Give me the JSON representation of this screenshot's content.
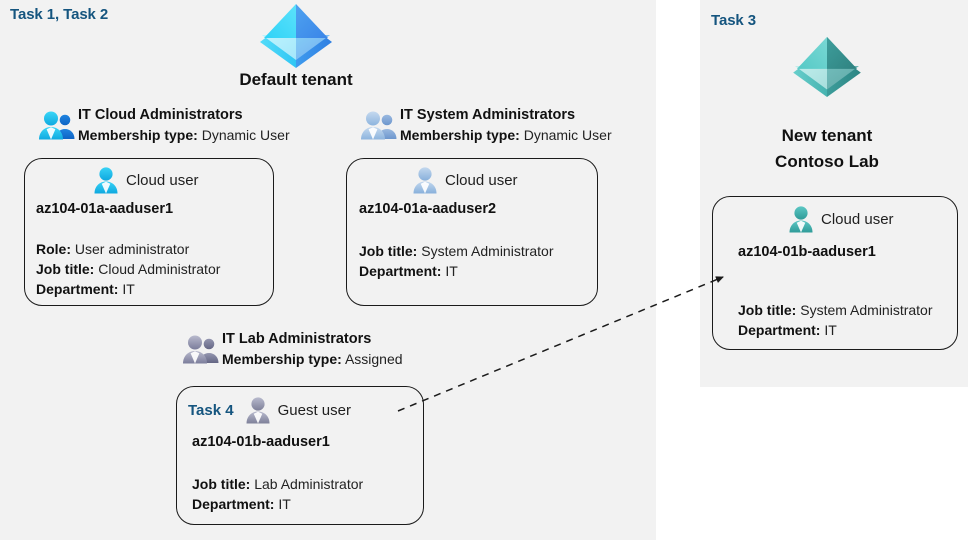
{
  "panels": {
    "left": {
      "task_label": "Task 1, Task 2"
    },
    "right": {
      "task_label": "Task 3"
    }
  },
  "tenants": [
    {
      "id": "default-tenant",
      "icon": "azure-ad-tenant-icon",
      "caption_line1": "Default tenant",
      "caption_line2": "",
      "color": "#3fc4f4"
    },
    {
      "id": "new-tenant",
      "icon": "azure-ad-tenant-icon",
      "caption_line1": "New  tenant",
      "caption_line2": "Contoso Lab",
      "color": "#3bb3b0"
    }
  ],
  "groups": [
    {
      "id": "it-cloud-administrators",
      "icon": "group-users-icon",
      "title": "IT Cloud Administrators",
      "membership_label": "Membership type:",
      "membership_value": "Dynamic User",
      "icon_color": "#22bdf0"
    },
    {
      "id": "it-system-administrators",
      "icon": "group-users-icon",
      "title": "IT System Administrators",
      "membership_label": "Membership type:",
      "membership_value": "Dynamic User",
      "icon_color": "#9dbfe4"
    },
    {
      "id": "it-lab-administrators",
      "icon": "group-users-icon",
      "title": "IT Lab Administrators",
      "membership_label": "Membership type:",
      "membership_value": "Assigned",
      "icon_color": "#8b8da8"
    }
  ],
  "cards": [
    {
      "id": "card-aaduser1-a",
      "task": "",
      "user_icon": "cloud-user-icon",
      "user_type": "Cloud user",
      "name": "az104-01a-aaduser1",
      "props": [
        {
          "label": "Role:",
          "value": "User administrator"
        },
        {
          "label": "Job title:",
          "value": "Cloud Administrator"
        },
        {
          "label": "Department:",
          "value": "IT"
        }
      ]
    },
    {
      "id": "card-aaduser2-a",
      "task": "",
      "user_icon": "cloud-user-icon",
      "user_type": "Cloud user",
      "name": "az104-01a-aaduser2",
      "props": [
        {
          "label": "Job title:",
          "value": "System Administrator"
        },
        {
          "label": "Department:",
          "value": "IT"
        }
      ]
    },
    {
      "id": "card-aaduser1-b-guest",
      "task": "Task 4",
      "user_icon": "guest-user-icon",
      "user_type": "Guest user",
      "name": "az104-01b-aaduser1",
      "props": [
        {
          "label": "Job title:",
          "value": "Lab Administrator"
        },
        {
          "label": "Department:",
          "value": "IT"
        }
      ]
    },
    {
      "id": "card-aaduser1-b-cloud",
      "task": "",
      "user_icon": "cloud-user-icon",
      "user_type": "Cloud user",
      "name": "az104-01b-aaduser1",
      "props": [
        {
          "label": "Job title:",
          "value": "System Administrator"
        },
        {
          "label": "Department:",
          "value": "IT"
        }
      ]
    }
  ],
  "connector": {
    "id": "guest-to-cloud-user-arrow",
    "style": "dashed-arrow",
    "color": "#1b1b1b"
  },
  "colors": {
    "panel_background": "#f2f2f2",
    "page_background": "#ffffff",
    "task_label": "#15557f",
    "card_border": "#1b1b1b",
    "text_primary": "#111111",
    "text_secondary": "#222222"
  }
}
